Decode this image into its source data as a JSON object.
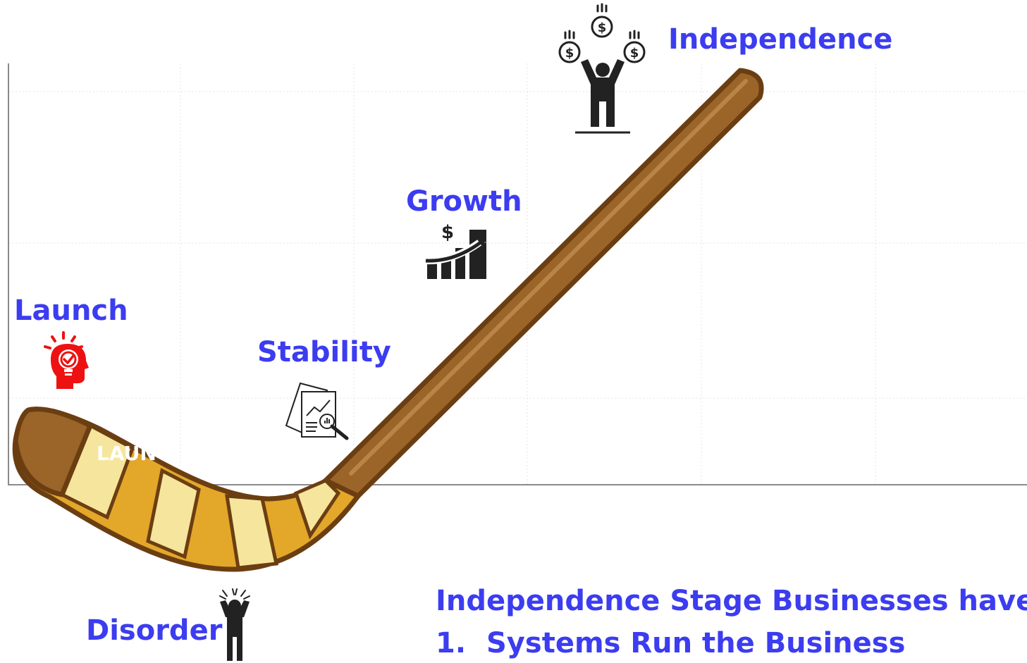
{
  "stages": {
    "launch": "Launch",
    "stability": "Stability",
    "growth": "Growth",
    "independence": "Independence",
    "disorder": "Disorder"
  },
  "stick_band_label": "LAUNCH",
  "summary": {
    "heading": "Independence Stage Businesses have",
    "items": [
      {
        "number": "1.",
        "text": "Systems Run the Business"
      }
    ]
  },
  "icons": {
    "launch": "lightbulb-head-icon",
    "stability": "report-magnifier-icon",
    "growth": "revenue-growth-chart-icon",
    "independence": "person-raining-money-icon",
    "disorder": "stressed-person-icon"
  },
  "colors": {
    "label": "#3c3cf0",
    "stick_wood": "#9b652a",
    "stick_outline": "#6b3e12",
    "tape_dark": "#e3a72a",
    "tape_light": "#f6e59c",
    "launch_icon": "#ee1111"
  }
}
